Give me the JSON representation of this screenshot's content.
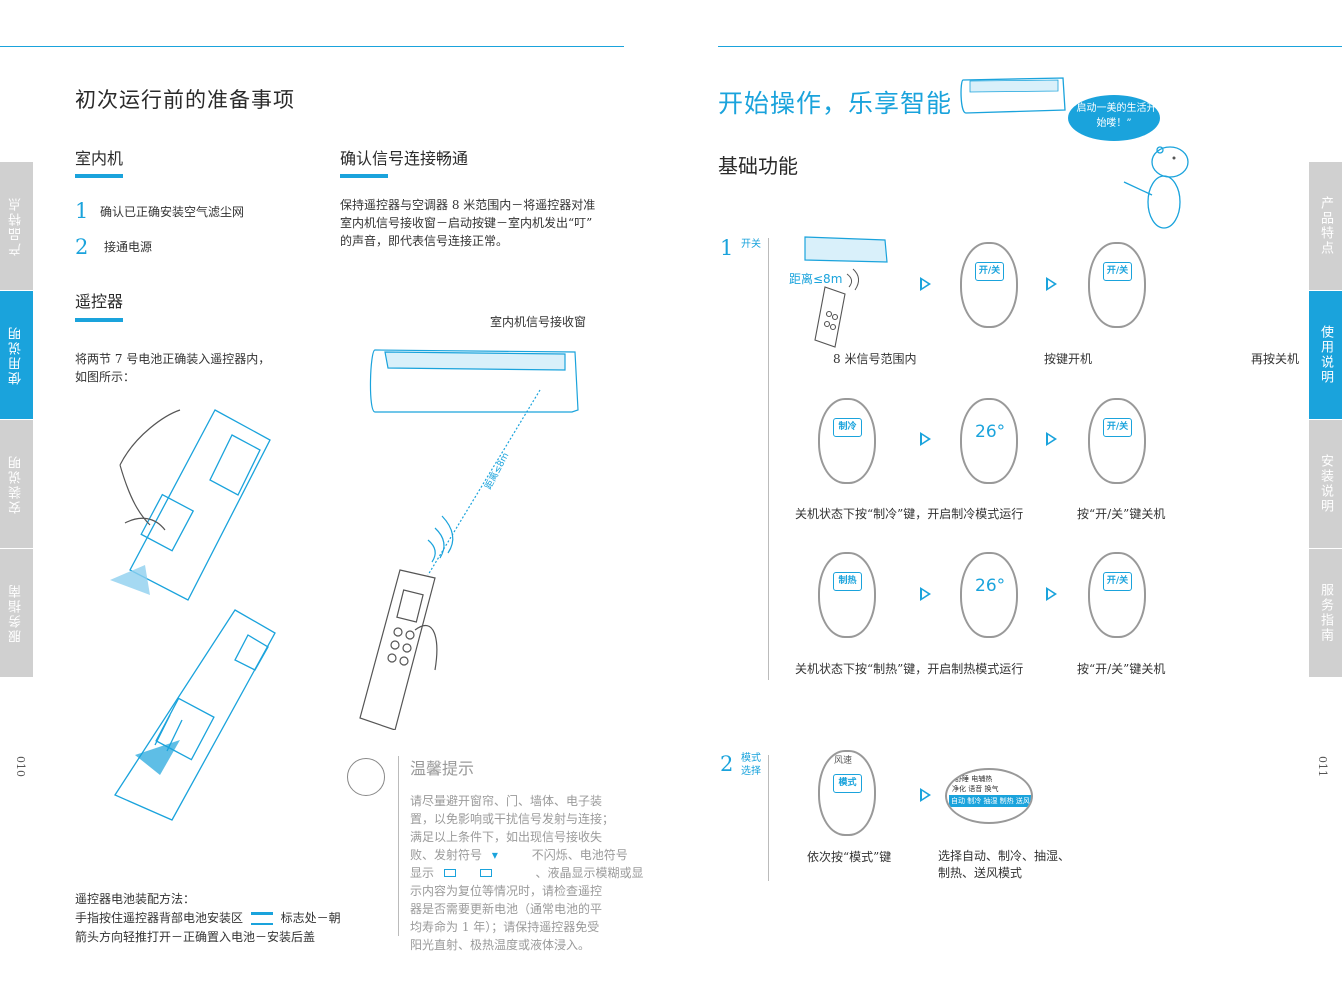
{
  "left": {
    "title": "初次运行前的准备事项",
    "indoor": {
      "heading": "室内机",
      "steps": [
        {
          "num": "1",
          "text": "确认已正确安装空气滤尘网"
        },
        {
          "num": "2",
          "text": "接通电源"
        }
      ]
    },
    "remote": {
      "heading": "遥控器",
      "text1": "将两节 7 号电池正确装入遥控器内，",
      "text2": "如图所示："
    },
    "signal": {
      "heading": "确认信号连接畅通",
      "lines": [
        "保持遥控器与空调器 8 米范围内－将遥控器对准",
        "室内机信号接收窗－启动按键－室内机发出“叮”",
        "的声音，即代表信号连接正常。"
      ],
      "receiver_label": "室内机信号接收窗",
      "distance_label": "距离≤8m"
    },
    "battery": {
      "title": "遥控器电池装配方法：",
      "line1a": "手指按住遥控器背部电池安装区",
      "line1b": "标志处－朝",
      "line2": "箭头方向轻推打开－正确置入电池－安装后盖"
    },
    "tip": {
      "title": "温馨提示",
      "lines": [
        "请尽量避开窗帘、门、墙体、电子装",
        "置，以免影响或干扰信号发射与连接；",
        "满足以上条件下，如出现信号接收失",
        "败、发射符号",
        "不闪烁、电池符号",
        "显示",
        "、液晶显示模糊或显",
        "示内容为复位等情况时，请检查遥控",
        "器是否需要更新电池（通常电池的平",
        "均寿命为 1 年）；请保持遥控器免受",
        "阳光直射、极热温度或液体浸入。"
      ]
    },
    "page_number": "010",
    "tabs": [
      "产品特点",
      "使用说明",
      "安装说明",
      "服务指南"
    ]
  },
  "right": {
    "title": "开始操作，乐享智能",
    "bubble": "“启动一美的生活开始喽！”",
    "subtitle": "基础功能",
    "section1": {
      "num": "1",
      "label": "开关",
      "distance": "距离≤8m",
      "key_onoff": "开/关",
      "key_cool": "制冷",
      "key_heat": "制热",
      "display_temp": "26°",
      "captions": {
        "range": "8 米信号范围内",
        "press_on": "按键开机",
        "press_off": "再按关机",
        "cool": "关机状态下按“制冷”键，开启制冷模式运行",
        "cool_off": "按“开/关”键关机",
        "heat": "关机状态下按“制热”键，开启制热模式运行",
        "heat_off": "按“开/关”键关机"
      }
    },
    "section2": {
      "num": "2",
      "label1": "模式",
      "label2": "选择",
      "key_mode": "模式",
      "key_fan": "风速",
      "disp_line1": "舒睡 电辅热",
      "disp_line2": "净化 语音 换气",
      "disp_line3": "自动 制冷 抽湿 制热 送风",
      "caption_press": "依次按“模式”键",
      "caption_select1": "选择自动、制冷、抽湿、",
      "caption_select2": "制热、送风模式"
    },
    "page_number": "011",
    "tabs": [
      "产品特点",
      "使用说明",
      "安装说明",
      "服务指南"
    ]
  },
  "colors": {
    "accent": "#1aa3dc",
    "tab_inactive": "#d0d0d0"
  }
}
